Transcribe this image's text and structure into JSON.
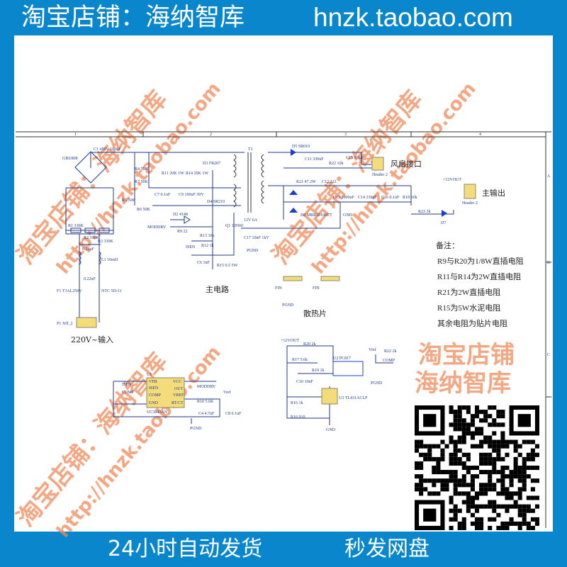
{
  "header": {
    "shop": "淘宝店铺：海纳智库",
    "url": "hnzk.taobao.com"
  },
  "footer": {
    "left": "24小时自动发货",
    "right": "秒发网盘"
  },
  "watermark": {
    "shop": "淘宝店铺：海纳智库",
    "url": "http://hnzk.taobao.com",
    "corner_line1": "淘宝店铺",
    "corner_line2": "海纳智库"
  },
  "schematic": {
    "grid_columns": [
      "1",
      "2",
      "3",
      "4"
    ],
    "grid_rows": [
      "A",
      "B",
      "C"
    ],
    "section_main": "主电路",
    "section_heatsink": "散热片",
    "input_label": "220V~输入",
    "fan_label": "风扇接口",
    "output_label": "主输出",
    "components": {
      "d_bridge": "GBU808",
      "c1": "C1 450V 100uF",
      "r1": "R1 330K",
      "r2": "R2 330K",
      "r3": "R3 330K",
      "cx1": "0.22uF",
      "l1": "L1 10mH",
      "c2": "0.22uF",
      "f1": "F1 T3AL250V",
      "ntc": "NTC 5D-11",
      "p1": "P1 XH_2",
      "r4": "R4 50K",
      "r7": "R7 50K",
      "r5": "R5 50K",
      "r6": "R6 50K",
      "c7": "C7 0.1uF",
      "c9": "C9 100uF 50V",
      "r11": "R11 20K 1W",
      "r14": "R14 20K 1W",
      "d3": "D3 FR207",
      "d4": "D4 SR210",
      "d2": "D2 4148",
      "r9": "R9 22",
      "modrv": "MODDRV",
      "q1": "Q1 10N60",
      "r13": "R13 10k",
      "isen": "ISEN",
      "r12": "R12 1k",
      "c6": "C6 1nF",
      "r15": "R15 0.5 5W",
      "t1": "T1",
      "c17": "C17 10nF 1kV",
      "out_rating": "12V 6A",
      "d5": "D5 SR010",
      "c11": "C11 330uF",
      "r22": "R22 10k",
      "c15": "C15 0.1uF",
      "fan_header": "Header 2",
      "r21": "R21 47 2W",
      "c12": "C12 222",
      "d6": "D6 MBR20100CT",
      "c13": "C13 1000uF",
      "c14": "C14 330uF",
      "c16": "C16 0.1uF",
      "r18": "R18 10k",
      "vout": "+12VOUT",
      "r23": "R23 3k",
      "d7": "D7",
      "out_header": "Header 2",
      "hs1": "FIN",
      "hs2": "FIN",
      "u1": "U1",
      "u1_part": "UC3843AN",
      "u1_pins": [
        "VFB",
        "ISEN",
        "COMP",
        "GND",
        "VCC",
        "OUT",
        "VREF",
        "RT/CT"
      ],
      "r10": "R10 5.6K",
      "c4": "C4 4.7nF",
      "c8": "C8 0.1uF",
      "r20": "R20 2k",
      "r17": "R17 5.6k",
      "r19": "R19 1k",
      "c10": "C10 10nF",
      "u2": "U2 PC817",
      "r22b": "R22 2k",
      "vref": "Vref",
      "comp": "COMP",
      "u3": "U3 TL431ACLP",
      "r16": "R16 1k",
      "r16b": "R16 910"
    },
    "grounds": {
      "pgnd": "PGND",
      "gnd": "GND"
    },
    "notes": {
      "title": "备注：",
      "lines": [
        "R9与R20为1/8W直插电阻",
        "R11与R14为2W直插电阻",
        "R21为2W直插电阻",
        "R15为5W水泥电阻",
        "其余电阻为贴片电阻"
      ]
    }
  },
  "colors": {
    "brand_blue": "#0a86cc",
    "watermark": "#f08a5a",
    "wire": "#223a8a",
    "connector": "#f5dc7a"
  }
}
